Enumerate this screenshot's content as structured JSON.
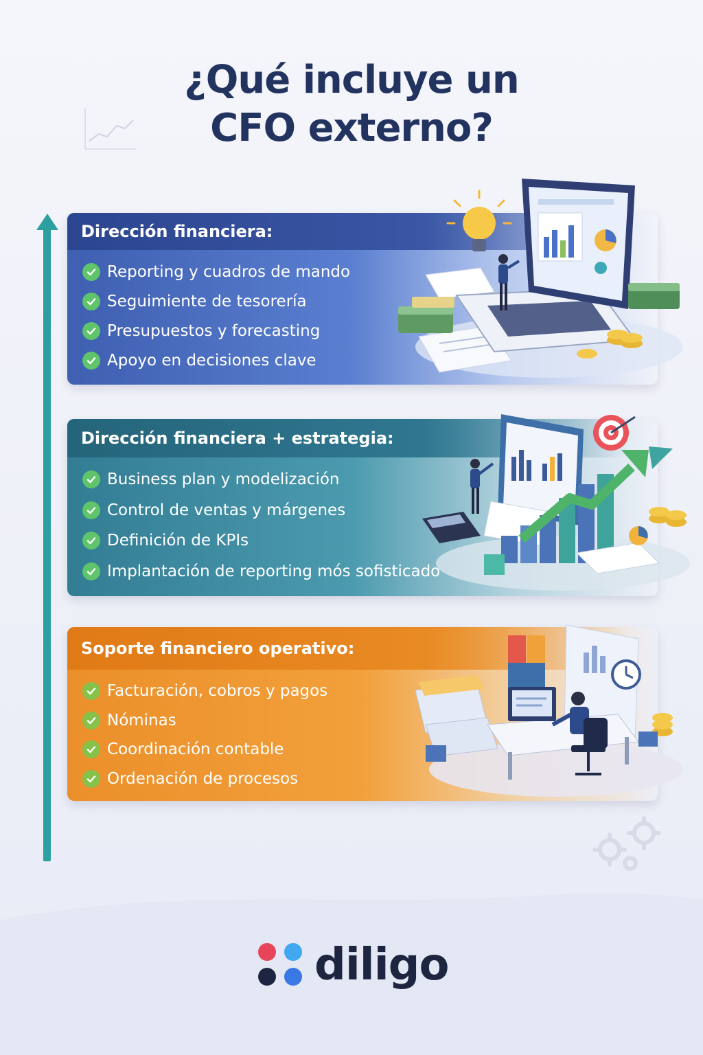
{
  "title": {
    "line1": "¿Qué incluye un",
    "line2": "CFO externo?"
  },
  "sections": [
    {
      "heading": "Dirección financiera:",
      "items": [
        "Reporting y cuadros de mando",
        "Seguimiente de tesorería",
        "Presupuestos y forecasting",
        "Apoyo en decisiones clave"
      ]
    },
    {
      "heading": "Dirección financiera + estrategia:",
      "items": [
        "Business plan y modelización",
        "Control de ventas y márgenes",
        "Definición de KPIs",
        "Implantación de reporting mós sofisticado"
      ]
    },
    {
      "heading": "Soporte financiero operativo:",
      "items": [
        "Facturación, cobros y pagos",
        "Nóminas",
        "Coordinación contable",
        "Ordenación de procesos"
      ]
    }
  ],
  "logo": {
    "word": "diligo"
  },
  "colors": {
    "title": "#233360",
    "arrow": "#2e9fa0",
    "card_blue": "#3f5fb1",
    "card_teal": "#337d94",
    "card_orange": "#eb8f2a",
    "check_green": "#5fc46a",
    "logo_red": "#e8455a",
    "logo_light_blue": "#3fa8f0",
    "logo_navy": "#1e2540",
    "logo_blue": "#3a78e6"
  },
  "icons": {
    "check": "check-circle-icon",
    "illustration_1": "laptop-analytics-icon",
    "illustration_2": "strategy-growth-icon",
    "illustration_3": "office-worker-icon",
    "gears": "gears-icon",
    "chart": "line-chart-icon"
  }
}
